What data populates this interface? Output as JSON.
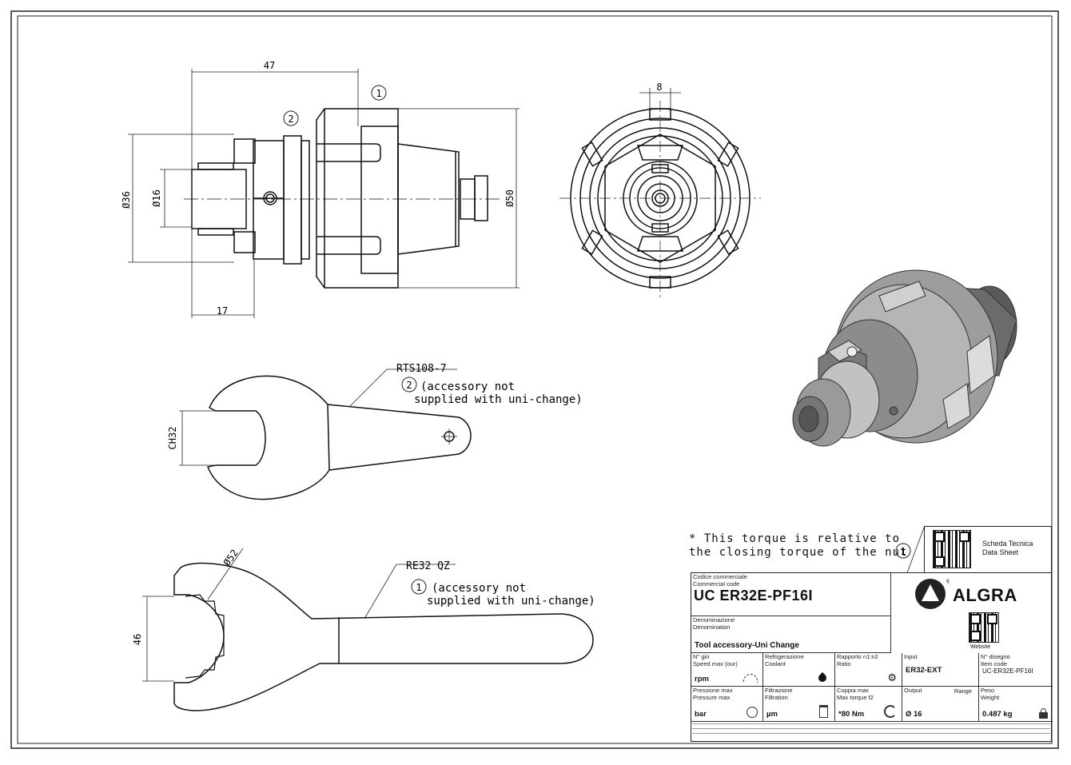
{
  "drawing": {
    "dimensions": {
      "len_47": "47",
      "len_17": "17",
      "dia_36": "Ø36",
      "dia_16": "Ø16",
      "dia_50": "Ø50",
      "width_8": "8",
      "ch_32": "CH32",
      "dia_52": "Ø52",
      "len_46": "46"
    },
    "balloons": {
      "b1": "1",
      "b2": "2"
    },
    "wrench_small": {
      "part": "RTS108-7",
      "line1": "(accessory not",
      "line2": "supplied with uni-change)"
    },
    "wrench_large": {
      "part": "RE32 QZ",
      "line1": "(accessory not",
      "line2": "supplied with uni-change)"
    },
    "torque_note": {
      "line1": "* This torque is relative to",
      "line2": "the closing torque of the nut"
    }
  },
  "title_block": {
    "commercial_code_label_it": "Codice commerciale",
    "commercial_code_label_en": "Commercial code",
    "commercial_code": "UC ER32E-PF16I",
    "denomination_label_it": "Denominazione",
    "denomination_label_en": "Denomination",
    "denomination": "Tool accessory-Uni Change",
    "datasheet_it": "Scheda Tecnica",
    "datasheet_en": "Data Sheet",
    "website": "Website",
    "brand": "ALGRA",
    "row1": [
      {
        "label_it": "N° giri",
        "label_en": "Speed max (our)",
        "value": "rpm"
      },
      {
        "label_it": "Refrigerazione",
        "label_en": "Coolant",
        "value": ""
      },
      {
        "label_it": "Rapporto n1:n2",
        "label_en": "Ratio",
        "value": ""
      },
      {
        "label_it": "Input",
        "label_en": "",
        "value": "ER32-EXT"
      },
      {
        "label_it": "N° disegno",
        "label_en": "Item code",
        "value": "UC-ER32E-PF16I"
      }
    ],
    "row2": [
      {
        "label_it": "Pressione max",
        "label_en": "Pressure max",
        "value": "bar"
      },
      {
        "label_it": "Filtrazione",
        "label_en": "Filtration",
        "value": "µm"
      },
      {
        "label_it": "Coppia max",
        "label_en": "Max torque f2",
        "value": "*80 Nm"
      },
      {
        "label_it": "Output",
        "label_en": "Range",
        "value": "Ø 16"
      },
      {
        "label_it": "Peso",
        "label_en": "Weight",
        "value": "0.487 kg"
      }
    ]
  }
}
